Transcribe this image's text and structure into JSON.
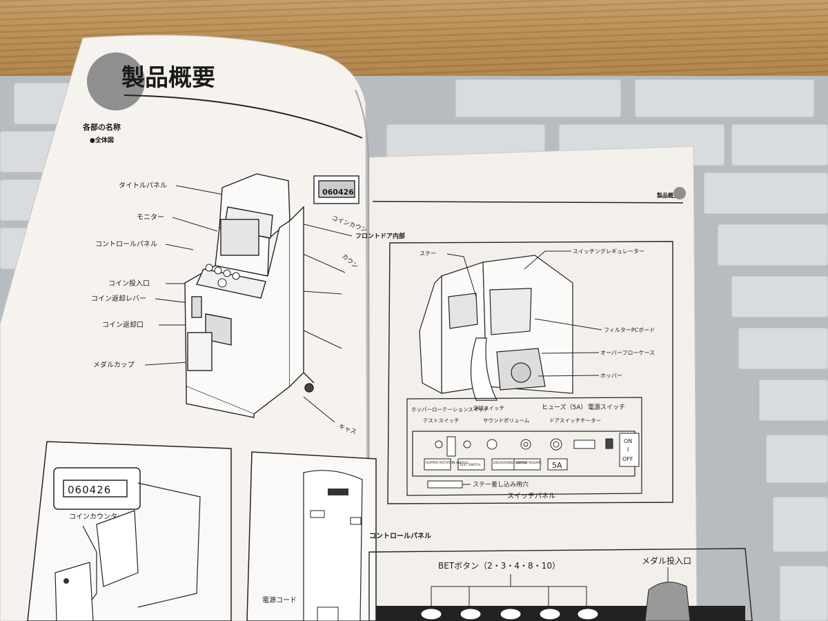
{
  "left_page": {
    "title": "製品概要",
    "section": "各部の名称",
    "subsection": "●全体図",
    "callouts_left": [
      "タイトルパネル",
      "モニター",
      "コントロールパネル",
      "コイン投入口",
      "コイン返却レバー",
      "コイン返却口",
      "メダルカップ"
    ],
    "callouts_right": [
      "コインカウン",
      "フロントドア内部",
      "カウン",
      "キャス"
    ],
    "counter_small": "060426",
    "counter_large": "060426",
    "counter_caption": "コインカウンター",
    "power_cord": "電源コード"
  },
  "right_page": {
    "header_tab": "製品概要",
    "section_inner": "フロントドア内部",
    "labels": [
      "ステー",
      "スイッチングレギュレーター",
      "フィルターPCボード",
      "オーバーフローケース",
      "ホッパー"
    ],
    "switch_labels_top": [
      "ホッパーローテーションスイッチ",
      "消磁スイッチ",
      "ヒューズ（5A）",
      "電源スイッチ"
    ],
    "switch_labels_mid": [
      "テストスイッチ",
      "サウンドボリューム",
      "ドアスイッチチーター"
    ],
    "panel_plates": [
      "HOPPER ROTATION SWITCH",
      "TEST SWITCH",
      "DEGAUSSING SWITCH",
      "SOUND VOLUME"
    ],
    "fuse_plate": "5A",
    "on_off": [
      "ON",
      "I",
      "OFF"
    ],
    "stay_hole": "ステー差し込み用穴",
    "panel_title": "スイッチパネル",
    "control_panel": "コントロールパネル",
    "bet_button": "BETボタン（2・3・4・8・10）",
    "medal_slot": "メダル投入口"
  }
}
